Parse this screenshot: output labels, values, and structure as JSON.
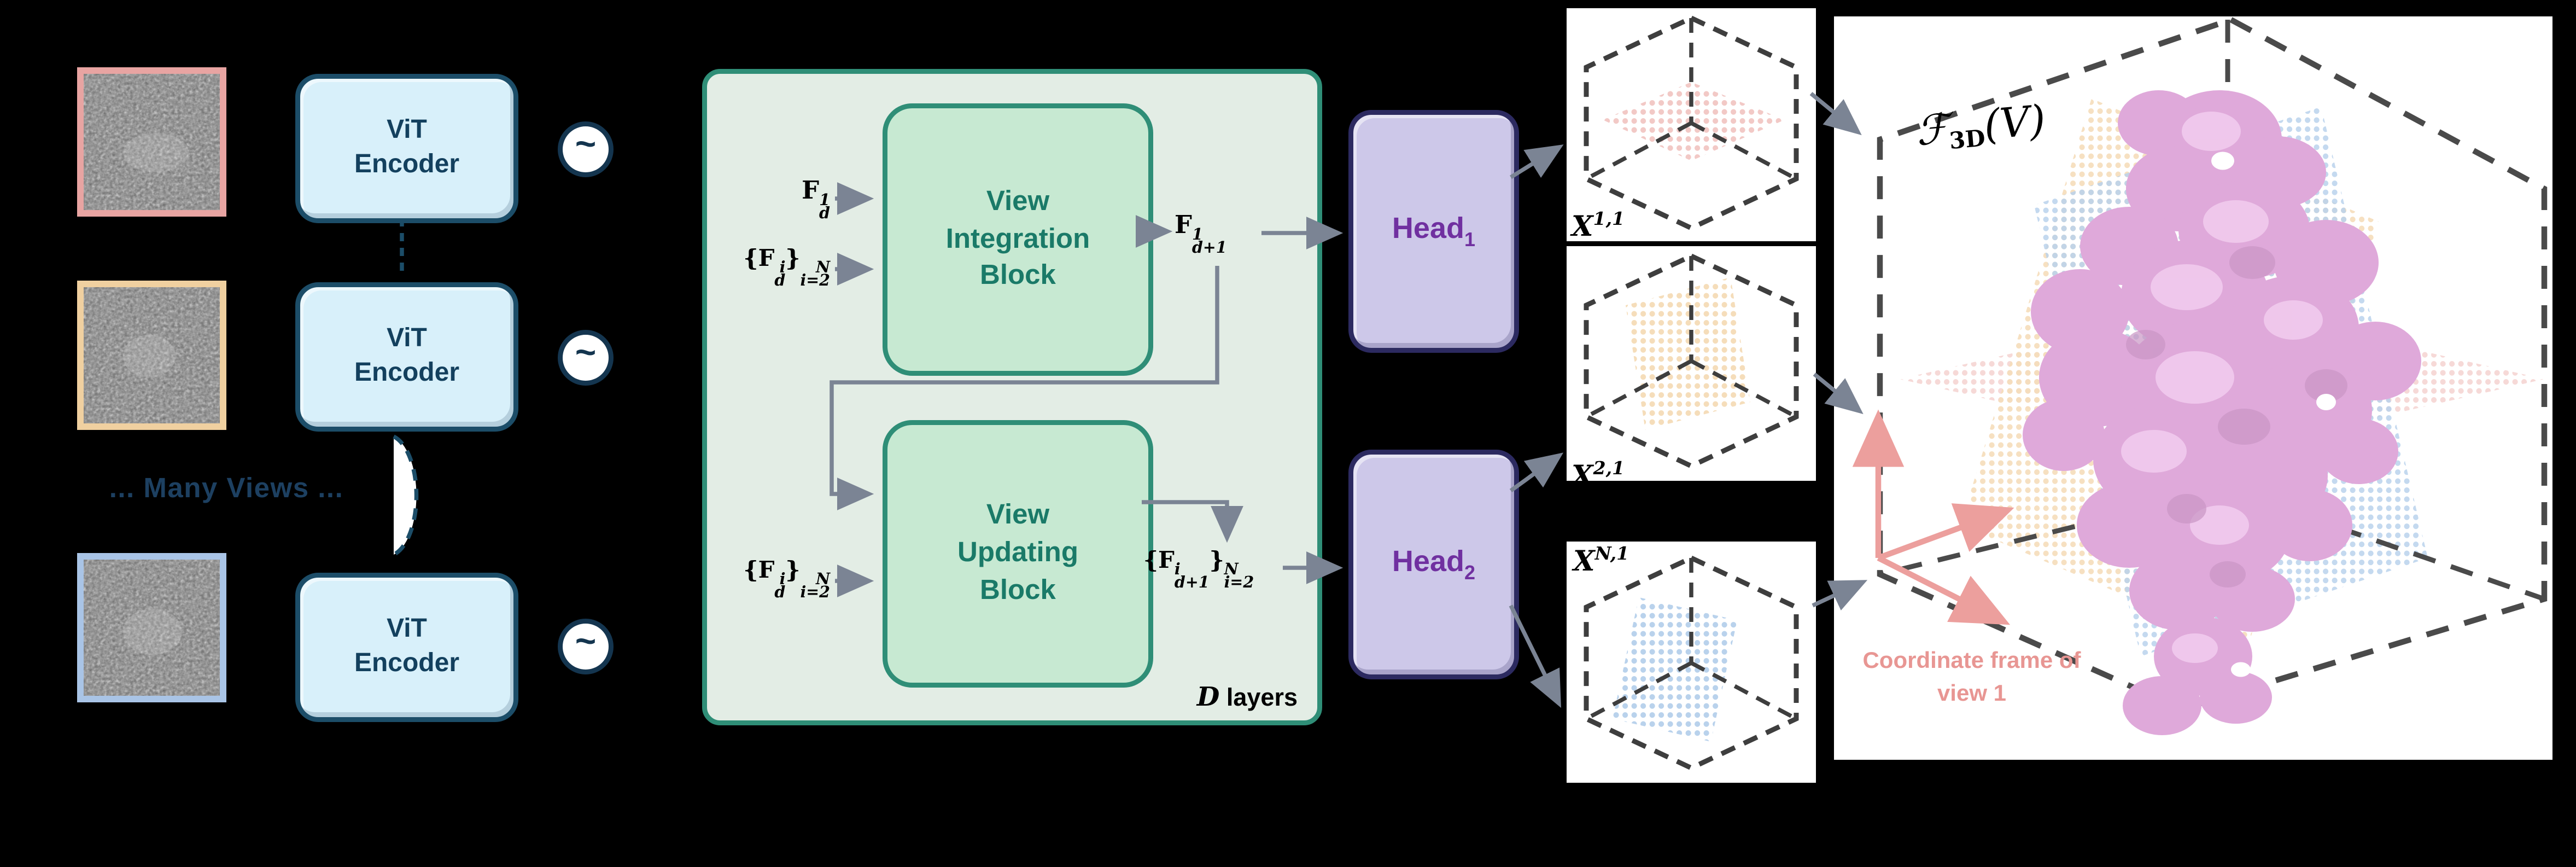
{
  "palette": {
    "background": "#000000",
    "navy": "#1c4d68",
    "navy_text": "#13405e",
    "teal_border": "#2f8e77",
    "teal_text": "#1a7a68",
    "core_bg": "#e3ede5",
    "block_green": "#c7e9d2",
    "encoder_blue": "#d8f0fa",
    "head_fill": "#cdc8e9",
    "head_border": "#2c2a60",
    "head_text": "#7030a0",
    "gray_arrow": "#7b8494",
    "view1_border": "#e8a4a2",
    "view2_border": "#f0d0a0",
    "viewN_border": "#a9c4e6",
    "plane_pink": "#f2c9c6",
    "plane_orange": "#f5ddba",
    "plane_blue": "#b9d2ec",
    "salmon_text": "#e89693",
    "protein_pink": "#dfa9da"
  },
  "inputs": {
    "many_views": "... Many Views ...",
    "encoder_line1": "ViT",
    "encoder_line2": "Encoder",
    "pos_enc_symbol": "~",
    "views": [
      {
        "name": "view-1",
        "border": "#e8a4a2"
      },
      {
        "name": "view-2",
        "border": "#f0d0a0"
      },
      {
        "name": "view-N",
        "border": "#a9c4e6"
      }
    ]
  },
  "core": {
    "integration": {
      "line1": "View",
      "line2": "Integration",
      "line3": "Block"
    },
    "updating": {
      "line1": "View",
      "line2": "Updating",
      "line3": "Block"
    },
    "d_layers_italic": "D",
    "d_layers_rest": " layers",
    "math": {
      "f_in_top": {
        "base": "F",
        "sup": "1",
        "sub": "d"
      },
      "f_in_set": {
        "open": "{",
        "base": "F",
        "sup": "i",
        "sub": "d",
        "close": "}",
        "sup2": "N",
        "sub2": "i=2"
      },
      "f_out_top": {
        "base": "F",
        "sup": "1",
        "sub": "d+1"
      },
      "f_mid_set": {
        "open": "{",
        "base": "F",
        "sup": "i",
        "sub": "d",
        "close": "}",
        "sup2": "N",
        "sub2": "i=2"
      },
      "f_out_set": {
        "open": "{",
        "base": "F",
        "sup": "i",
        "sub": "d+1",
        "close": "}",
        "sup2": "N",
        "sub2": "i=2"
      }
    }
  },
  "heads": [
    {
      "base": "Head",
      "sub": "1"
    },
    {
      "base": "Head",
      "sub": "2"
    }
  ],
  "slices": [
    {
      "label_base": "X",
      "label_sup": "1,1",
      "plane": "pink"
    },
    {
      "label_base": "X",
      "label_sup": "2,1",
      "plane": "orange"
    },
    {
      "label_base": "X",
      "label_sup": "N,1",
      "plane": "blue"
    }
  ],
  "volume": {
    "func_script": "ℱ",
    "func_sub": "3D",
    "func_arg": "(V)",
    "coord_line1": "Coordinate frame of",
    "coord_line2": "view 1"
  }
}
